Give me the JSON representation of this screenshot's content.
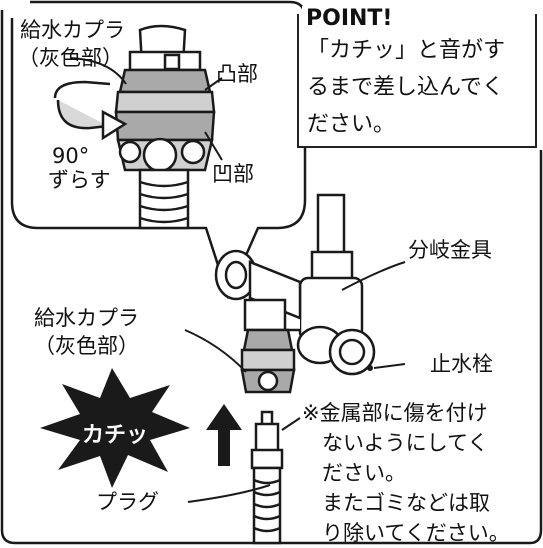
{
  "inset": {
    "coupler_label_line1": "給水カプラ",
    "coupler_label_line2": "（灰色部）",
    "convex_label": "凸部",
    "concave_label": "凹部",
    "rotate_label_line1": "90°",
    "rotate_label_line2": "ずらす"
  },
  "point": {
    "heading": "POINT!",
    "text_line1": "「カチッ」と音がす",
    "text_line2": "るまで差し込んでく",
    "text_line3": "ださい。"
  },
  "main": {
    "branch_fitting_label": "分岐金具",
    "stop_valve_label": "止水栓",
    "coupler_label_line1": "給水カプラ",
    "coupler_label_line2": "（灰色部）",
    "click_sound": "カチッ",
    "plug_label": "プラグ"
  },
  "caution": {
    "line1": "※金属部に傷を付け",
    "line2": "ないようにしてく",
    "line3": "ださい。",
    "line4": "またゴミなどは取",
    "line5": "り除いてください。"
  },
  "colors": {
    "line": "#1a1a1a",
    "gray": "#a9a9a9",
    "light_gray": "#d9d9d9",
    "background": "#ffffff"
  }
}
